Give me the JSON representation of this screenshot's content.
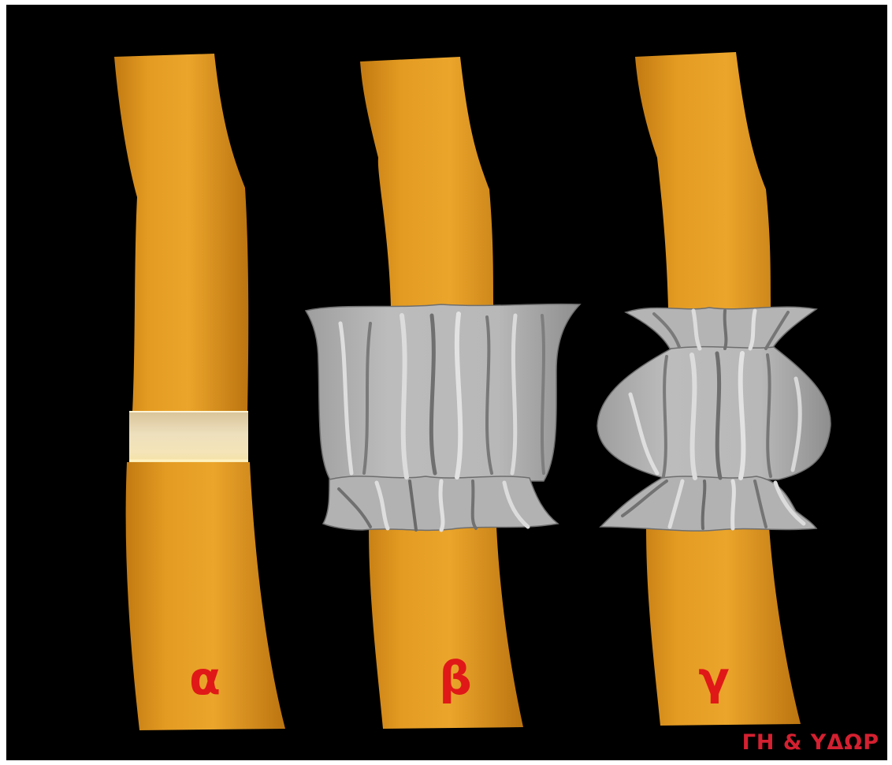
{
  "figure": {
    "panels": [
      {
        "id": "a",
        "label": "α"
      },
      {
        "id": "b",
        "label": "β"
      },
      {
        "id": "c",
        "label": "γ"
      }
    ],
    "watermark": "ΓΗ & ΥΔΩΡ"
  },
  "colors": {
    "background": "#000000",
    "frame": "#ffffff",
    "branch": "#e2981f",
    "branch_shadow": "#b06f10",
    "band": "#e6d2a8",
    "cloth": "#b4b4b4",
    "cloth_dark": "#7c7c7c",
    "cloth_light": "#dcdcdc",
    "label": "#e01818"
  }
}
